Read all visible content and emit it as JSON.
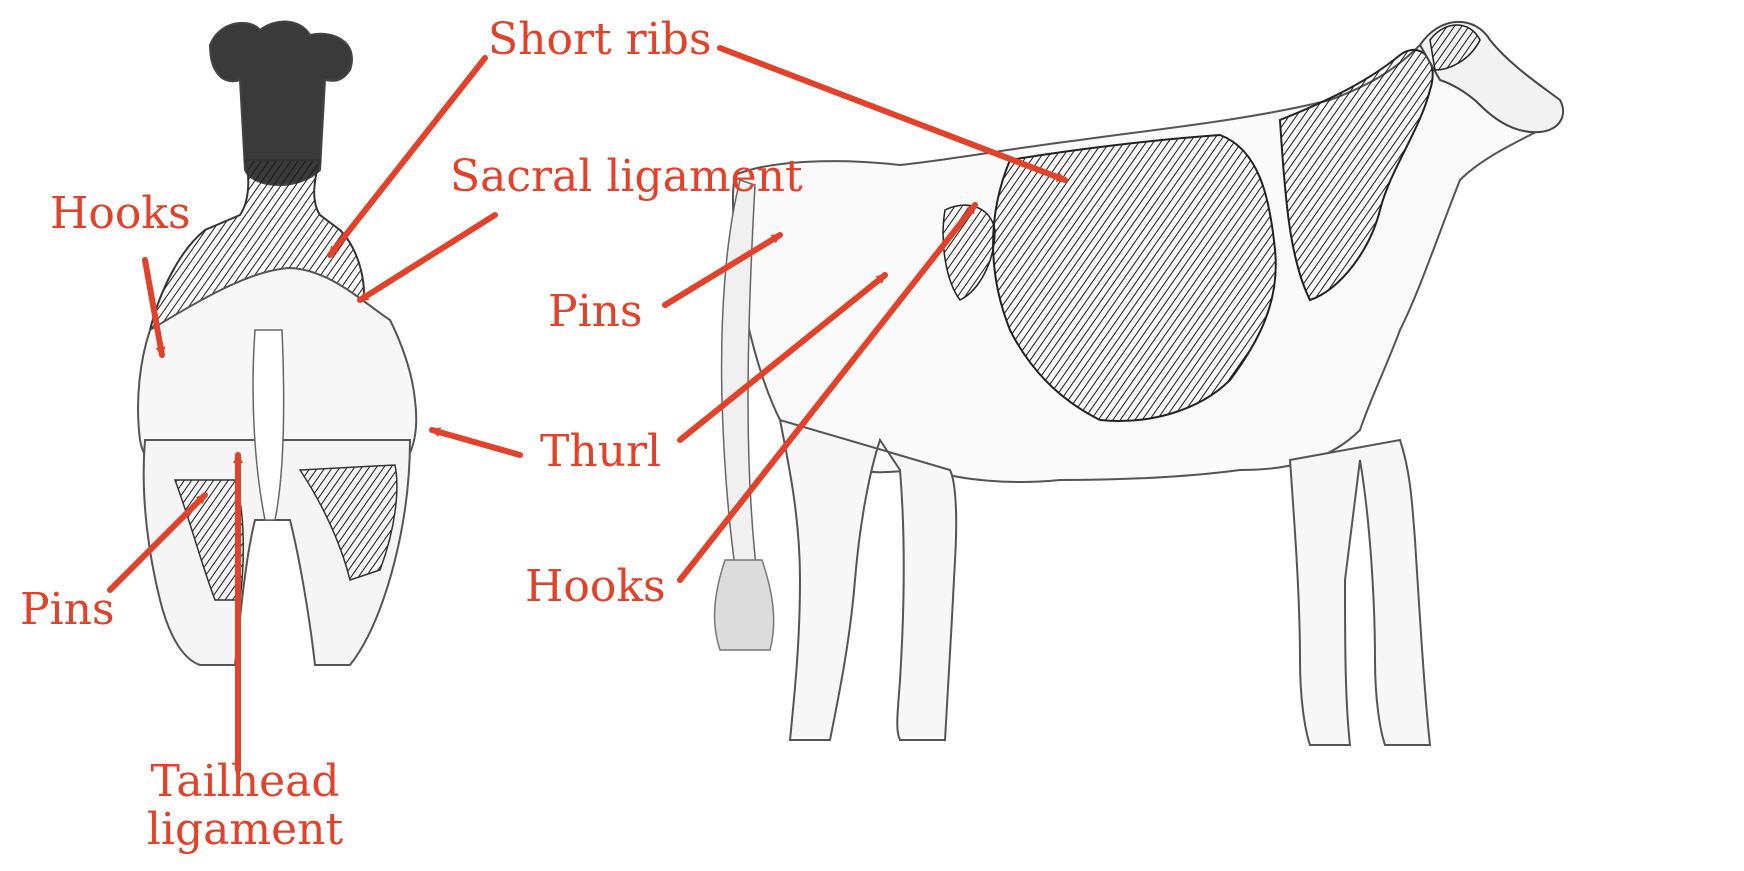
{
  "labels": {
    "short_ribs": "Short ribs",
    "sacral_ligament": "Sacral ligament",
    "hooks_rear": "Hooks",
    "pins_rear": "Pins",
    "tailhead_line1": "Tailhead",
    "tailhead_line2": "ligament",
    "pins_side": "Pins",
    "thurl": "Thurl",
    "hooks_side": "Hooks"
  },
  "colors": {
    "label": "#e2412a",
    "arrow": "#e2412a",
    "cow_black": "#2b2b2b",
    "cow_outline": "#555555",
    "background": "#ffffff"
  },
  "figures": {
    "rear_view": "cow-rear-view-illustration",
    "side_view": "cow-side-view-illustration"
  }
}
